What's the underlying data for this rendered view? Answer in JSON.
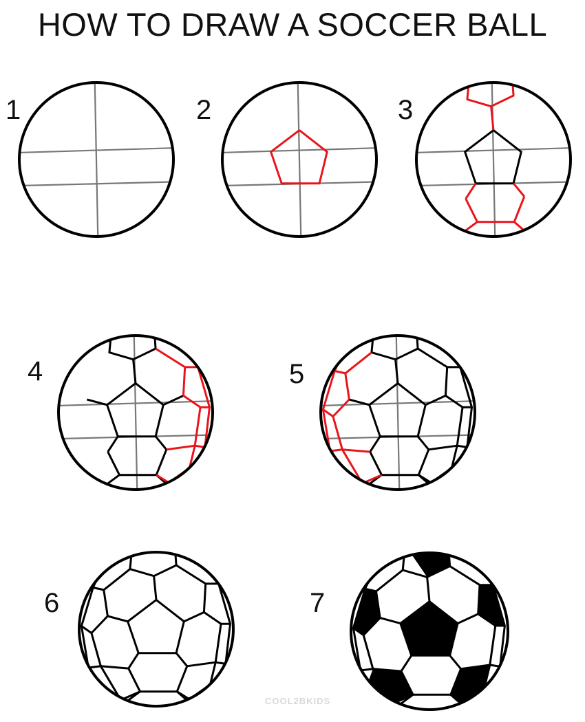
{
  "title": "HOW TO DRAW A SOCCER BALL",
  "steps": [
    {
      "label": "1"
    },
    {
      "label": "2"
    },
    {
      "label": "3"
    },
    {
      "label": "4"
    },
    {
      "label": "5"
    },
    {
      "label": "6"
    },
    {
      "label": "7"
    }
  ],
  "watermark": "COOL2BKIDS",
  "colors": {
    "outline": "#000000",
    "guide": "#777777",
    "highlight": "#e8151b",
    "fill": "#000000"
  }
}
